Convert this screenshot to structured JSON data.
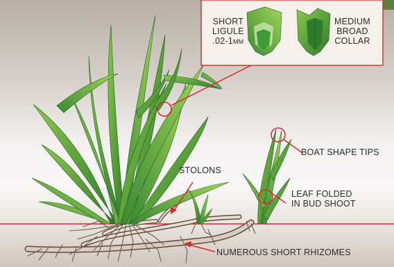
{
  "inset": {
    "left_label_line1": "SHORT",
    "left_label_line2": "LIGULE",
    "left_label_line3": ".02-1mm",
    "right_label_line1": "MEDIUM",
    "right_label_line2": "BROAD",
    "right_label_line3": "COLLAR"
  },
  "callouts": {
    "stolons": "STOLONS",
    "boat_shape_tips": "BOAT SHAPE TIPS",
    "leaf_folded_line1": "LEAF FOLDED",
    "leaf_folded_line2": "IN BUD SHOOT",
    "rhizomes": "NUMEROUS SHORT RHIZOMES"
  },
  "colors": {
    "accent_red": "#d62b2b",
    "leaf_dark": "#2e7d2a",
    "leaf_light": "#7ec043",
    "root_brown": "#6e5a4a"
  }
}
